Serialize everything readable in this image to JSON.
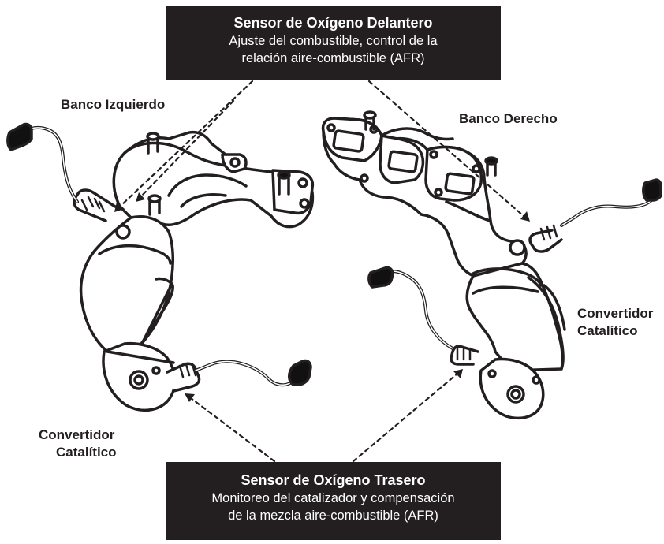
{
  "front_sensor": {
    "title": "Sensor de Oxígeno Delantero",
    "line1": "Ajuste del combustible, control de la",
    "line2": "relación aire-combustible (AFR)"
  },
  "rear_sensor": {
    "title": "Sensor de Oxígeno Trasero",
    "line1": "Monitoreo del catalizador y compensación",
    "line2": "de la mezcla aire-combustible (AFR)"
  },
  "labels": {
    "left_bank": "Banco Izquierdo",
    "right_bank": "Banco Derecho",
    "left_converter_line1": "Convertidor",
    "left_converter_line2": "Catalítico",
    "right_converter_line1": "Convertidor",
    "right_converter_line2": "Catalítico"
  },
  "colors": {
    "callout_background": "#231f20",
    "callout_text": "#ffffff",
    "line_art": "#231f20",
    "background": "#ffffff"
  }
}
